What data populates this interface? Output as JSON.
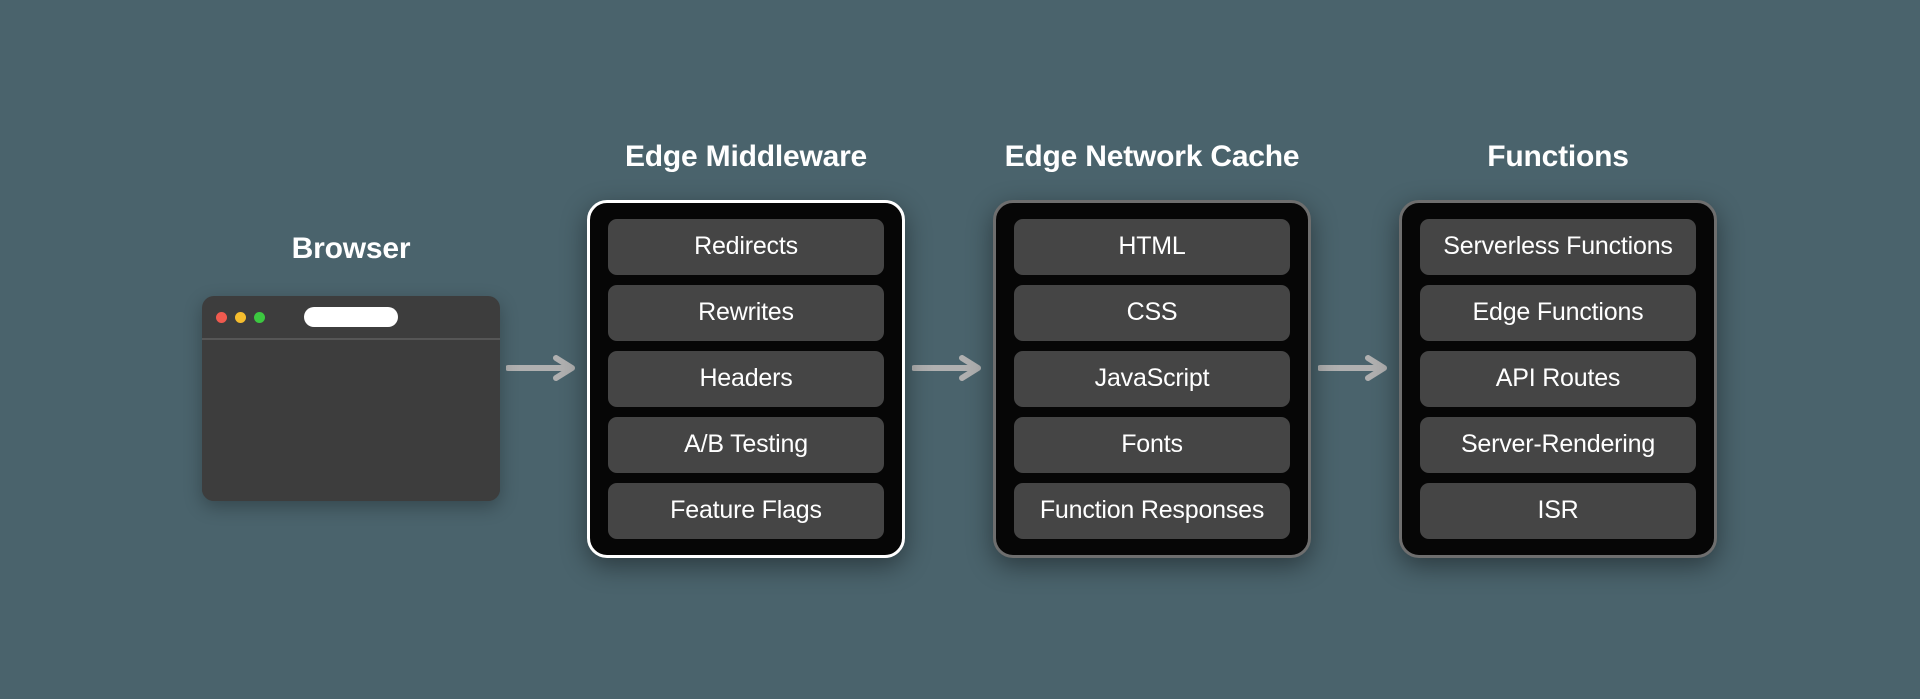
{
  "background_color": "#4a636c",
  "panel_background": "#060606",
  "pill_color": "#454545",
  "highlight_border_color": "#ffffff",
  "dim_border_color": "#6e6e6e",
  "arrow_color": "#b0b0b0",
  "browser": {
    "title": "Browser",
    "traffic_lights": [
      "#f05a4f",
      "#f5bd2e",
      "#3cc840"
    ],
    "url_bar_value": ""
  },
  "arrows": [
    {
      "name": "arrow-browser-to-middleware"
    },
    {
      "name": "arrow-middleware-to-cache"
    },
    {
      "name": "arrow-cache-to-functions"
    }
  ],
  "panels": [
    {
      "title": "Edge Middleware",
      "highlighted": true,
      "items": [
        "Redirects",
        "Rewrites",
        "Headers",
        "A/B Testing",
        "Feature Flags"
      ]
    },
    {
      "title": "Edge Network Cache",
      "highlighted": false,
      "items": [
        "HTML",
        "CSS",
        "JavaScript",
        "Fonts",
        "Function Responses"
      ]
    },
    {
      "title": "Functions",
      "highlighted": false,
      "items": [
        "Serverless Functions",
        "Edge Functions",
        "API Routes",
        "Server-Rendering",
        "ISR"
      ]
    }
  ]
}
